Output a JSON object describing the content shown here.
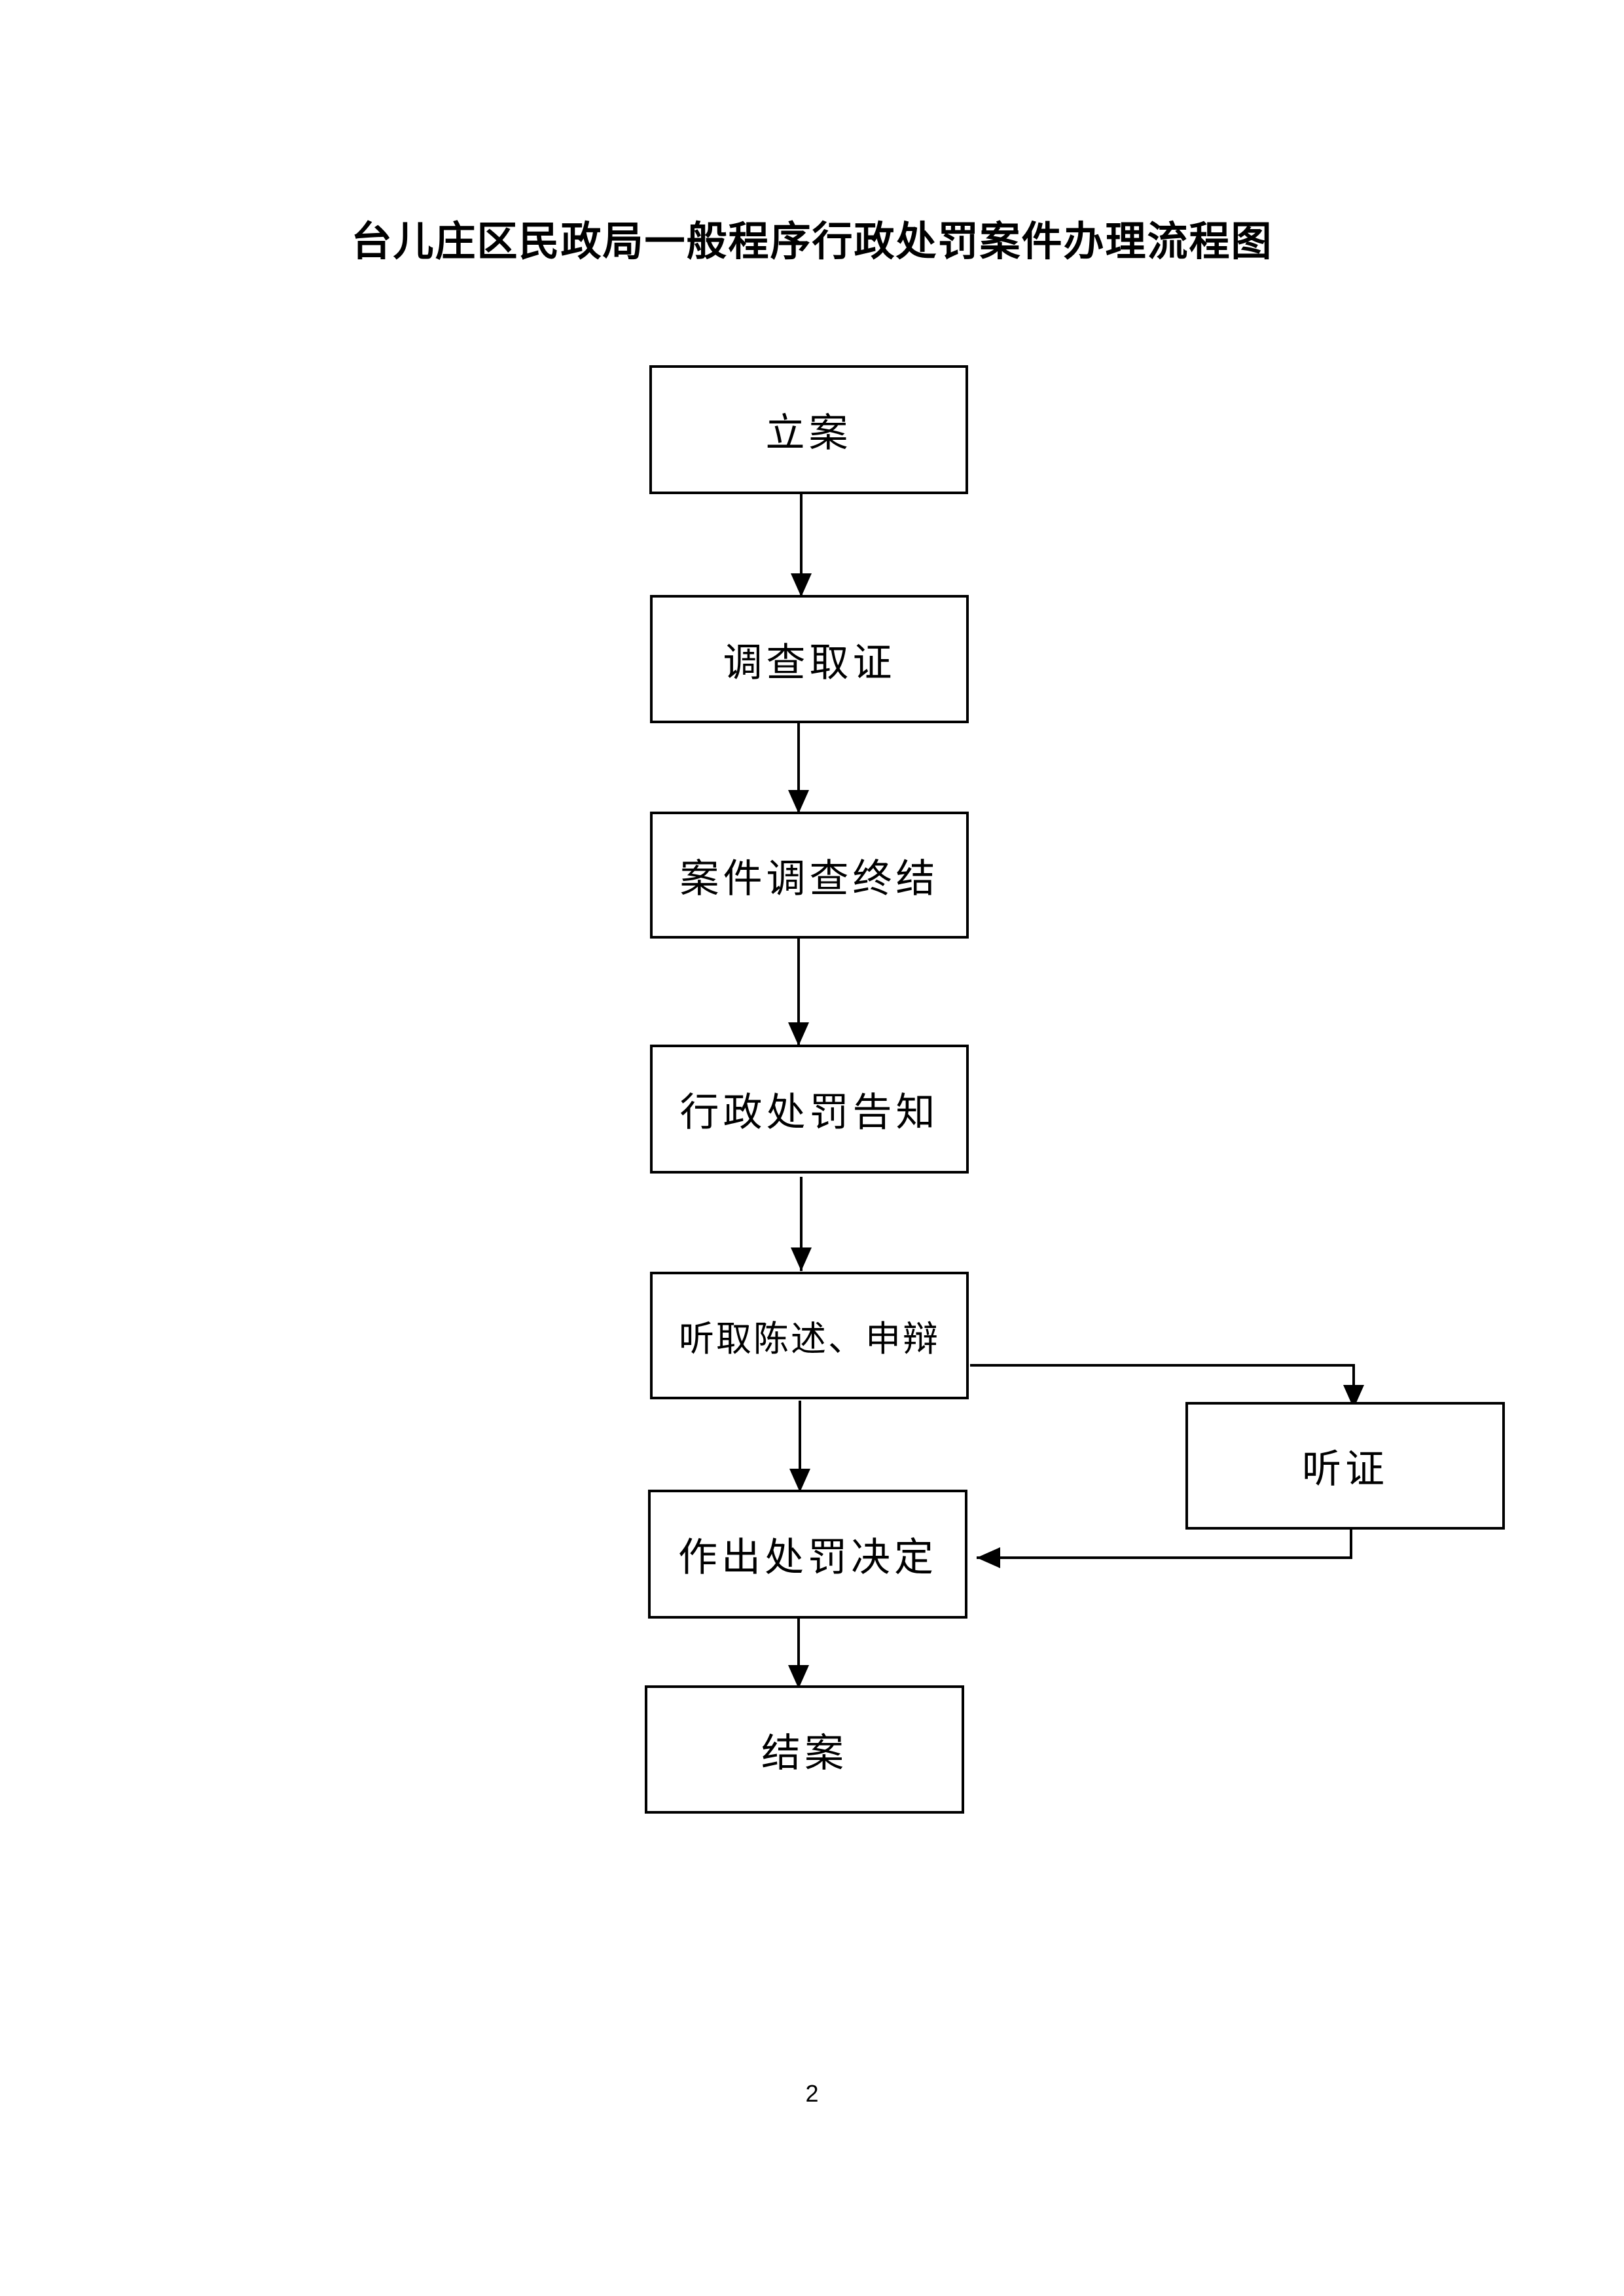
{
  "title": "台儿庄区民政局一般程序行政处罚案件办理流程图",
  "nodes": {
    "filing": "立案",
    "investigation": "调查取证",
    "investigation_end": "案件调查终结",
    "penalty_notice": "行政处罚告知",
    "statement_defense": "听取陈述、申辩",
    "hearing": "听证",
    "penalty_decision": "作出处罚决定",
    "case_closed": "结案"
  },
  "edges": [
    {
      "from": "立案",
      "to": "调查取证"
    },
    {
      "from": "调查取证",
      "to": "案件调查终结"
    },
    {
      "from": "案件调查终结",
      "to": "行政处罚告知"
    },
    {
      "from": "行政处罚告知",
      "to": "听取陈述、申辩"
    },
    {
      "from": "听取陈述、申辩",
      "to": "作出处罚决定"
    },
    {
      "from": "听取陈述、申辩",
      "to": "听证"
    },
    {
      "from": "听证",
      "to": "作出处罚决定"
    },
    {
      "from": "作出处罚决定",
      "to": "结案"
    }
  ],
  "page_number": "2"
}
